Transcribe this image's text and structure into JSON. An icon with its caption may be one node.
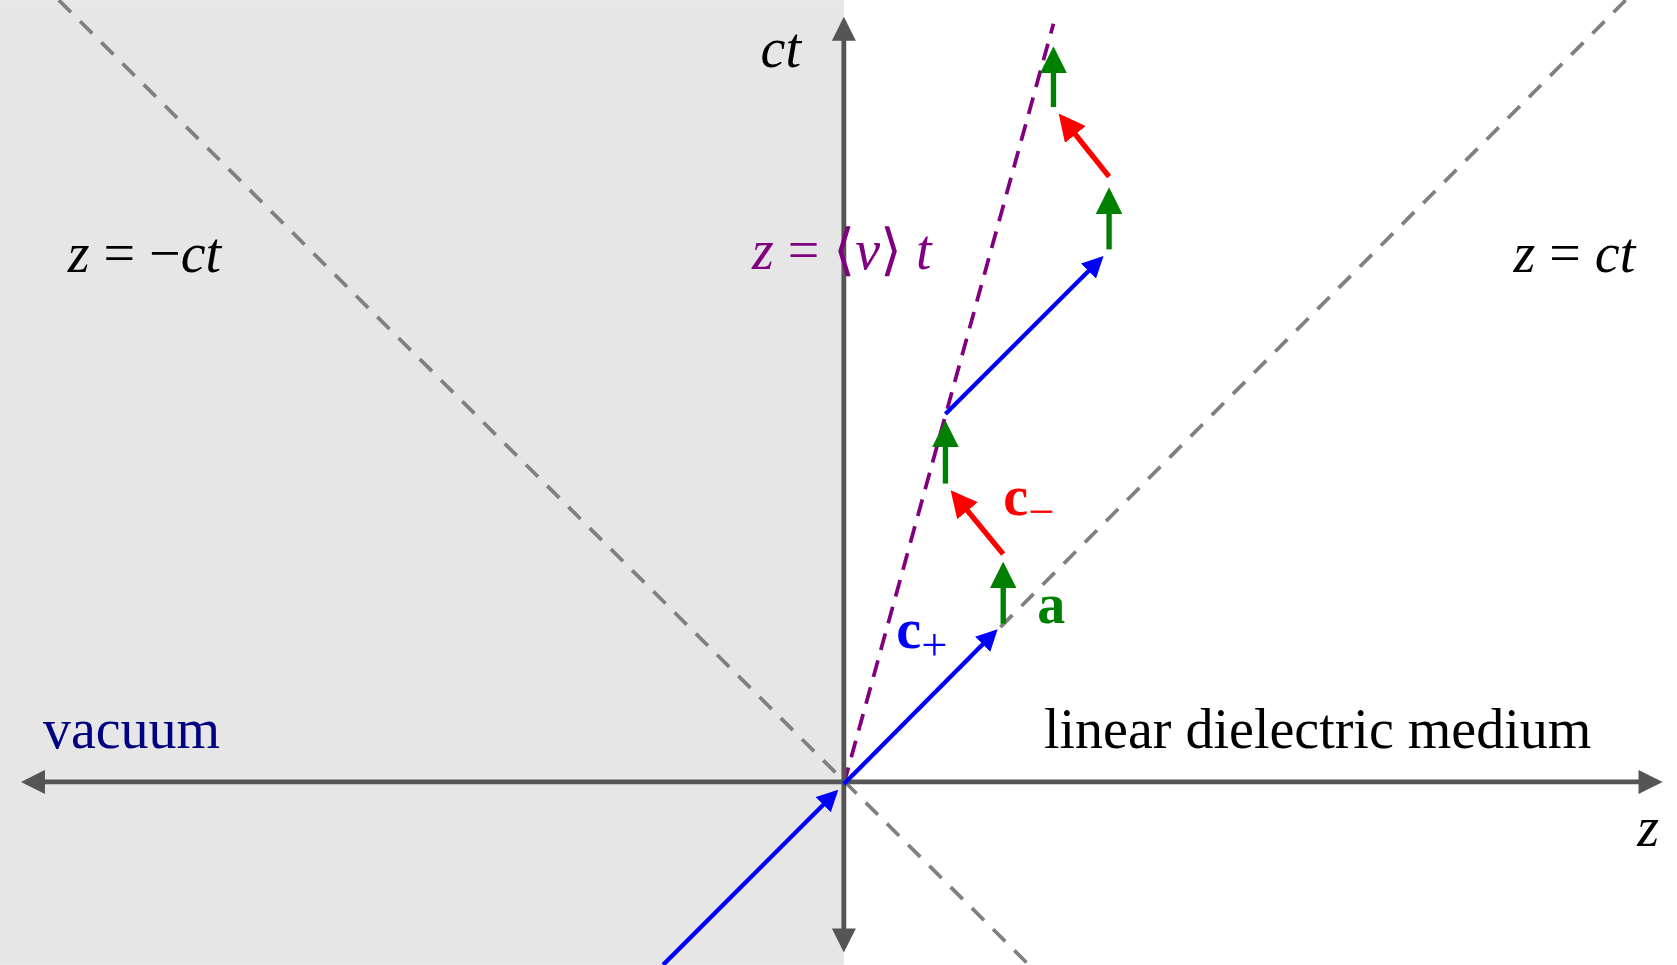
{
  "diagram": {
    "labels": [
      "ct",
      "*z* = −*ct*",
      "*z* = ⟨*v*⟩ *t*",
      "*z* = *ct*",
      "**c**$_{−}$",
      "**a**",
      "**c**$_{+}$",
      "vacuum",
      "linear dielectric medium",
      "z"
    ]
  }
}
